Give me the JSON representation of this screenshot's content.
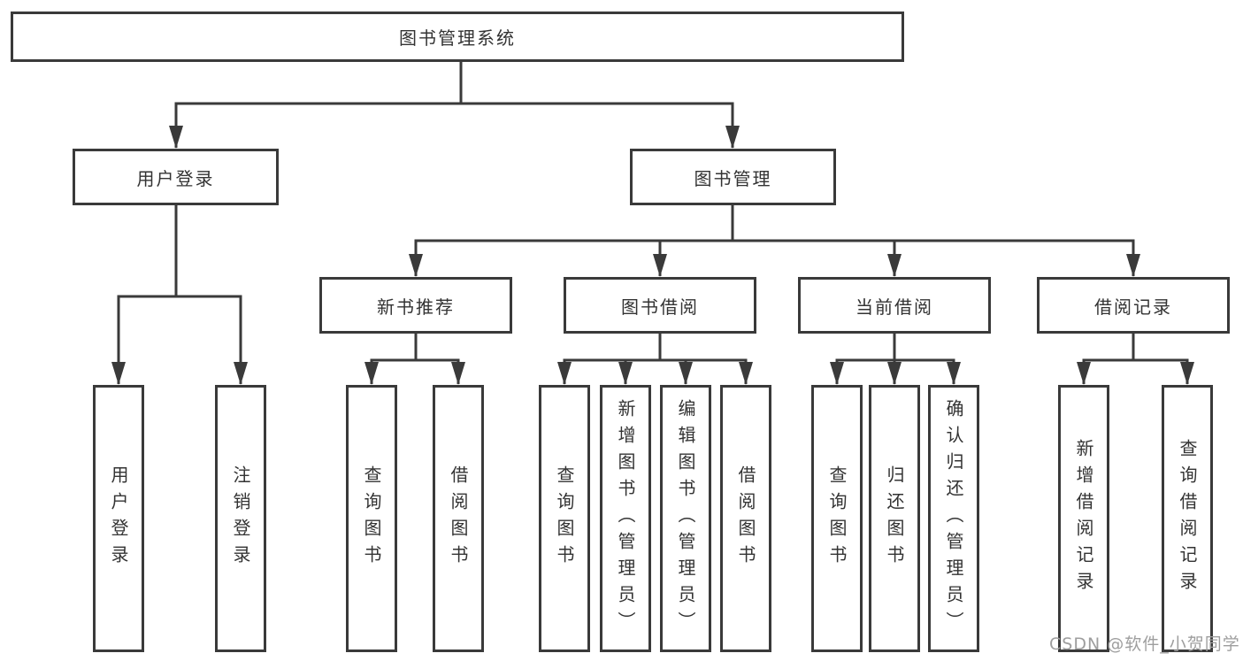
{
  "colors": {
    "background": "#ffffff",
    "line": "#3a3a3a",
    "text": "#333333",
    "watermark": "#9e9e9e"
  },
  "watermark": "CSDN @软件_小贺同学",
  "tree": {
    "label": "图书管理系统",
    "children": [
      {
        "label": "用户登录",
        "children": [
          {
            "label": "用户登录"
          },
          {
            "label": "注销登录"
          }
        ]
      },
      {
        "label": "图书管理",
        "children": [
          {
            "label": "新书推荐",
            "children": [
              {
                "label": "查询图书"
              },
              {
                "label": "借阅图书"
              }
            ]
          },
          {
            "label": "图书借阅",
            "children": [
              {
                "label": "查询图书"
              },
              {
                "label": "新增图书（管理员）"
              },
              {
                "label": "编辑图书（管理员）"
              },
              {
                "label": "借阅图书"
              }
            ]
          },
          {
            "label": "当前借阅",
            "children": [
              {
                "label": "查询图书"
              },
              {
                "label": "归还图书"
              },
              {
                "label": "确认归还（管理员）"
              }
            ]
          },
          {
            "label": "借阅记录",
            "children": [
              {
                "label": "新增借阅记录"
              },
              {
                "label": "查询借阅记录"
              }
            ]
          }
        ]
      }
    ]
  }
}
